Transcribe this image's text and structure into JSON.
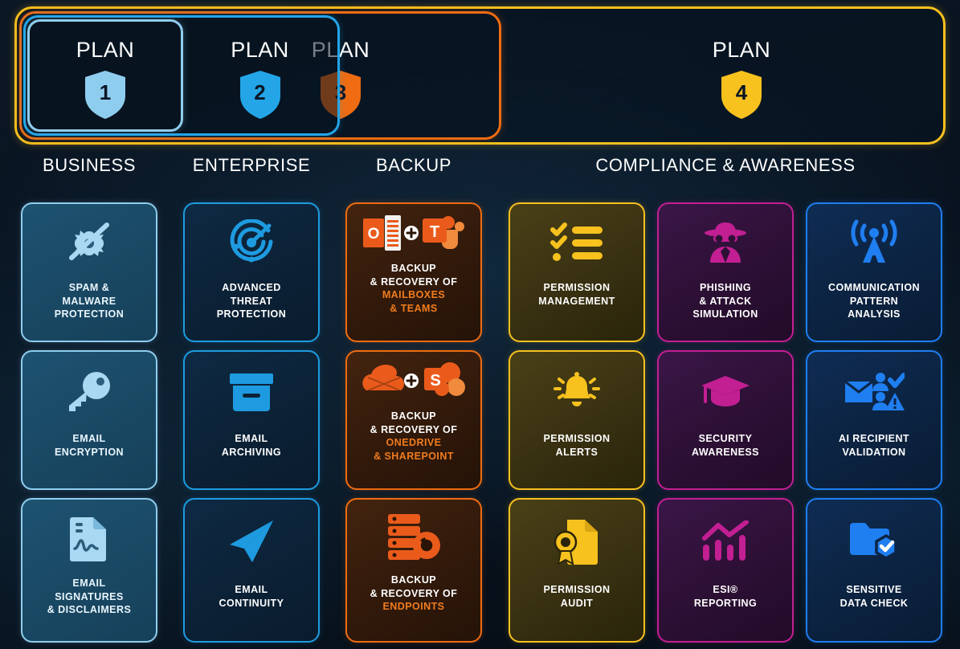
{
  "plans": [
    {
      "id": 1,
      "label": "PLAN",
      "number": "1",
      "color": "#8fcdee"
    },
    {
      "id": 2,
      "label": "PLAN",
      "number": "2",
      "color": "#23a5e8"
    },
    {
      "id": 3,
      "label": "PLAN",
      "number": "3",
      "color": "#ef6c12"
    },
    {
      "id": 4,
      "label": "PLAN",
      "number": "4",
      "color": "#f7c11e"
    }
  ],
  "columns": [
    {
      "key": "business",
      "title": "BUSINESS",
      "color": "#8fcdee"
    },
    {
      "key": "enterprise",
      "title": "ENTERPRISE",
      "color": "#1e9be0"
    },
    {
      "key": "backup",
      "title": "BACKUP",
      "color": "#ef6c12"
    },
    {
      "key": "compliance",
      "title": "COMPLIANCE & AWARENESS",
      "color": "#f7c11e"
    }
  ],
  "cards": [
    {
      "icon": "spam-malware-shield-icon",
      "line1": "SPAM &",
      "line2": "MALWARE",
      "line3": "PROTECTION",
      "accent1": "",
      "accent2": ""
    },
    {
      "icon": "advanced-threat-target-icon",
      "line1": "ADVANCED",
      "line2": "THREAT",
      "line3": "PROTECTION",
      "accent1": "",
      "accent2": ""
    },
    {
      "icon": "outlook-plus-teams-icon",
      "line1": "BACKUP",
      "line2": "& RECOVERY OF",
      "line3": "",
      "accent1": "MAILBOXES",
      "accent2": "& TEAMS"
    },
    {
      "icon": "checklist-icon",
      "line1": "PERMISSION",
      "line2": "MANAGEMENT",
      "line3": "",
      "accent1": "",
      "accent2": ""
    },
    {
      "icon": "spy-hat-icon",
      "line1": "PHISHING",
      "line2": "& ATTACK",
      "line3": "SIMULATION",
      "accent1": "",
      "accent2": ""
    },
    {
      "icon": "broadcast-antenna-icon",
      "line1": "COMMUNICATION",
      "line2": "PATTERN",
      "line3": "ANALYSIS",
      "accent1": "",
      "accent2": ""
    },
    {
      "icon": "key-icon",
      "line1": "EMAIL",
      "line2": "ENCRYPTION",
      "line3": "",
      "accent1": "",
      "accent2": ""
    },
    {
      "icon": "archive-box-icon",
      "line1": "EMAIL",
      "line2": "ARCHIVING",
      "line3": "",
      "accent1": "",
      "accent2": ""
    },
    {
      "icon": "onedrive-plus-sharepoint-icon",
      "line1": "BACKUP",
      "line2": "& RECOVERY OF",
      "line3": "",
      "accent1": "ONEDRIVE",
      "accent2": "& SHAREPOINT"
    },
    {
      "icon": "alert-bell-icon",
      "line1": "PERMISSION",
      "line2": "ALERTS",
      "line3": "",
      "accent1": "",
      "accent2": ""
    },
    {
      "icon": "graduation-cap-icon",
      "line1": "SECURITY",
      "line2": "AWARENESS",
      "line3": "",
      "accent1": "",
      "accent2": ""
    },
    {
      "icon": "envelope-users-check-icon",
      "line1": "AI RECIPIENT",
      "line2": "VALIDATION",
      "line3": "",
      "accent1": "",
      "accent2": ""
    },
    {
      "icon": "signed-document-icon",
      "line1": "EMAIL",
      "line2": "SIGNATURES",
      "line3": "& DISCLAIMERS",
      "accent1": "",
      "accent2": ""
    },
    {
      "icon": "paper-plane-icon",
      "line1": "EMAIL",
      "line2": "CONTINUITY",
      "line3": "",
      "accent1": "",
      "accent2": ""
    },
    {
      "icon": "server-restore-icon",
      "line1": "BACKUP",
      "line2": "& RECOVERY OF",
      "line3": "",
      "accent1": "ENDPOINTS",
      "accent2": ""
    },
    {
      "icon": "certified-document-icon",
      "line1": "PERMISSION",
      "line2": "AUDIT",
      "line3": "",
      "accent1": "",
      "accent2": ""
    },
    {
      "icon": "bar-chart-trend-icon",
      "line1": "ESI®",
      "line2": "REPORTING",
      "line3": "",
      "accent1": "",
      "accent2": ""
    },
    {
      "icon": "folder-check-icon",
      "line1": "SENSITIVE",
      "line2": "DATA CHECK",
      "line3": "",
      "accent1": "",
      "accent2": ""
    }
  ]
}
